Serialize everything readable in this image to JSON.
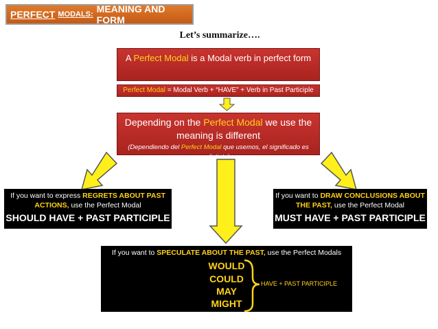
{
  "title": {
    "part1": "PERFECT",
    "part2": "MODALS:",
    "part3": "MEANING AND FORM"
  },
  "summary_heading": "Let’s summarize….",
  "definition": {
    "pre": "A ",
    "term": "Perfect Modal",
    "post": " is a Modal verb in perfect form"
  },
  "formula": {
    "term": "Perfect Modal",
    "rest": " = Modal Verb + “HAVE” + Verb in Past Participle"
  },
  "meaning": {
    "pre": "Depending on the ",
    "term": "Perfect Modal",
    "post": " we use the meaning is different",
    "spanish_pre": "(Dependiendo del ",
    "spanish_term": "Perfect Modal",
    "spanish_post": " que usemos, el significado es distinto)"
  },
  "regrets": {
    "pre": "If you want to express ",
    "key": "REGRETS ABOUT PAST ACTIONS,",
    "post": " use the Perfect Modal",
    "form": "SHOULD HAVE + PAST PARTICIPLE"
  },
  "conclusions": {
    "pre": "If you want to ",
    "key": "DRAW CONCLUSIONS ABOUT THE PAST,",
    "post": " use the Perfect Modal",
    "form": "MUST HAVE + PAST PARTICIPLE"
  },
  "speculate": {
    "pre": "If you want to ",
    "key": "SPECULATE ABOUT THE PAST,",
    "post": " use the Perfect Modals",
    "modals": [
      "WOULD",
      "COULD",
      "MAY",
      "MIGHT"
    ],
    "form": "HAVE + PAST PARTICIPLE"
  },
  "colors": {
    "orange": "#d2691e",
    "red": "#b52b27",
    "yellow": "#ffd21a",
    "black": "#000000"
  }
}
